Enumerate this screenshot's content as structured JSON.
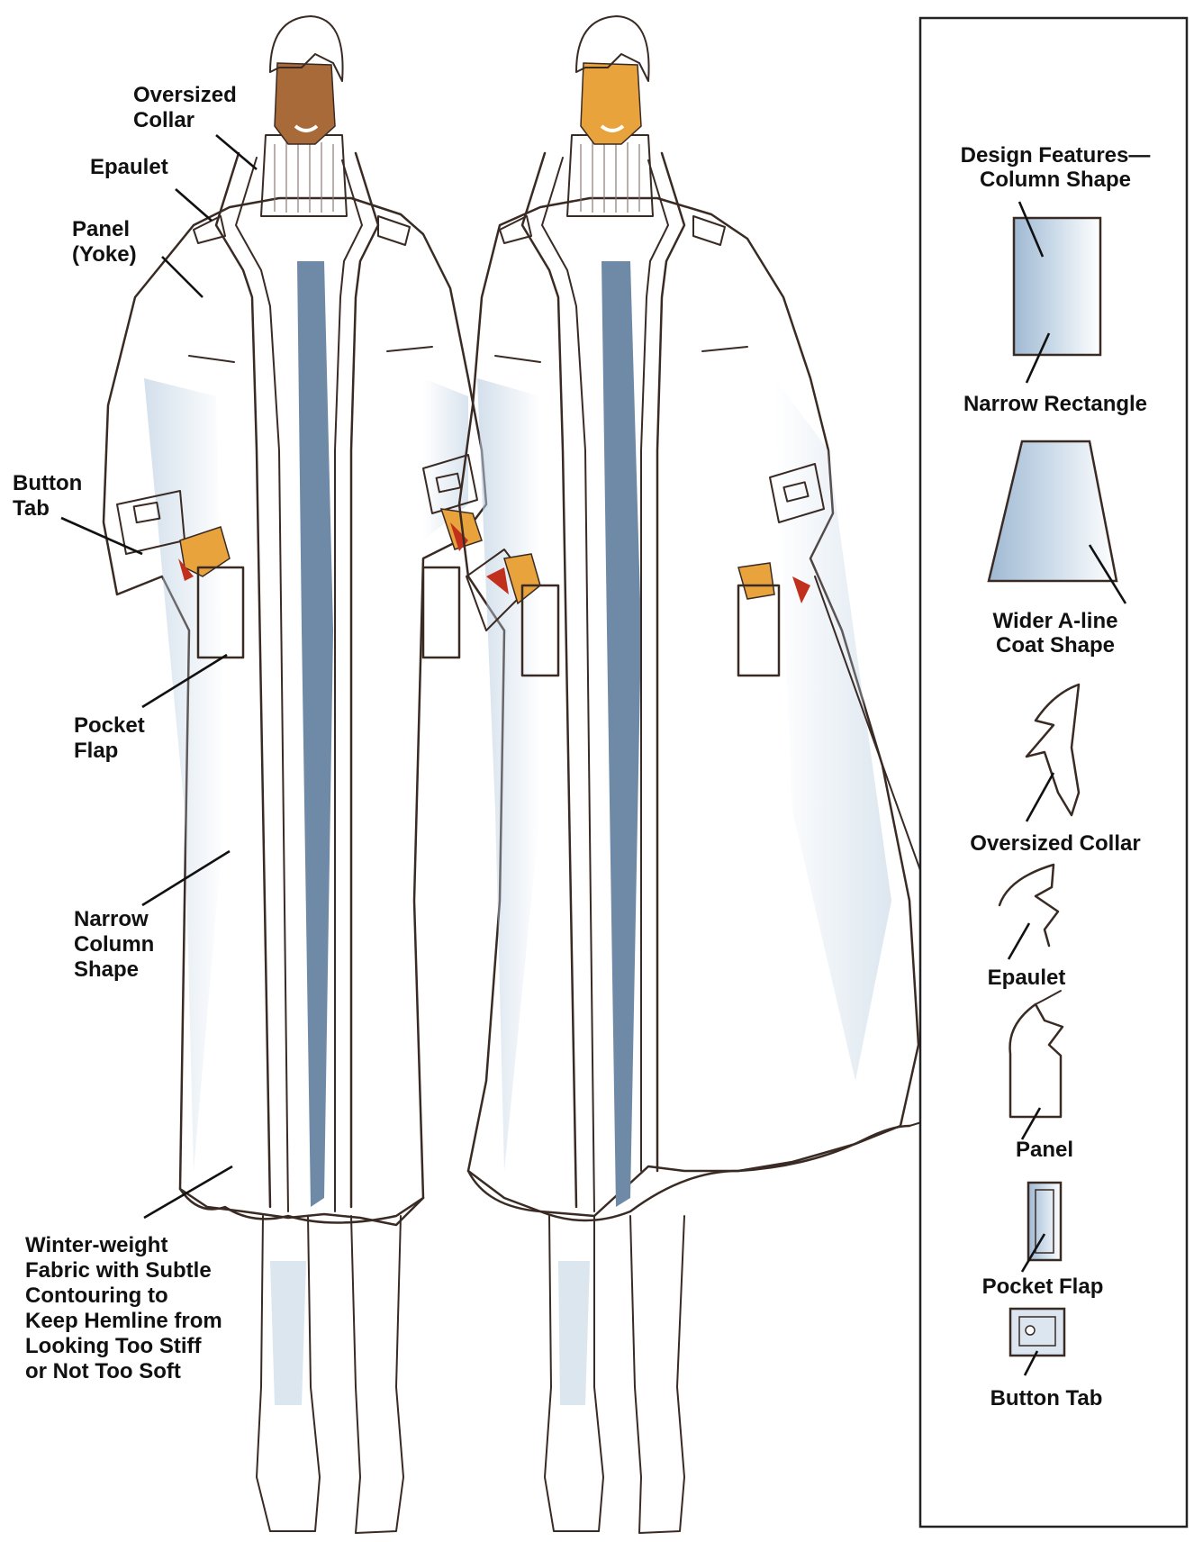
{
  "colors": {
    "skin_dark": "#a86a38",
    "skin_light": "#e8a33c",
    "coat_shadow": "#b9cde0",
    "pants": "#6f8aa6",
    "lining": "#c0301c",
    "ink": "#3a2a24"
  },
  "labels": {
    "oversized_collar": [
      "Oversized",
      "Collar"
    ],
    "epaulet": [
      "Epaulet"
    ],
    "panel_yoke": [
      "Panel",
      "(Yoke)"
    ],
    "button_tab": [
      "Button",
      "Tab"
    ],
    "pocket_flap": [
      "Pocket",
      "Flap"
    ],
    "narrow_column": [
      "Narrow",
      "Column",
      "Shape"
    ],
    "fabric_note": [
      "Winter-weight",
      "Fabric with Subtle",
      "Contouring to",
      "Keep Hemline from",
      "Looking Too Stiff",
      "or Not Too Soft"
    ]
  },
  "panel": {
    "title": [
      "Design Features—",
      "Column Shape"
    ],
    "narrow_rectangle": "Narrow Rectangle",
    "wider_aline": [
      "Wider A-line",
      "Coat Shape"
    ],
    "oversized_collar": "Oversized Collar",
    "epaulet": "Epaulet",
    "panel": "Panel",
    "pocket_flap": "Pocket Flap",
    "button_tab": "Button Tab"
  }
}
